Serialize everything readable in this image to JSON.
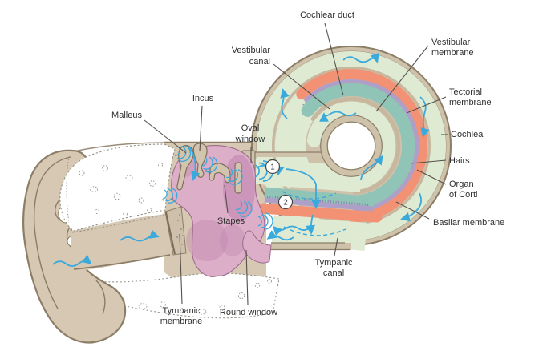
{
  "figure": {
    "description": "Cross-section of the human ear with an uncoiled cochlea spiral showing sound wave transmission",
    "step_markers": {
      "step_1": "1",
      "step_2": "2"
    }
  },
  "labels": {
    "cochlear_duct": {
      "line1": "Cochlear duct"
    },
    "vestibular_canal": {
      "line1": "Vestibular",
      "line2": "canal"
    },
    "vestibular_membrane": {
      "line1": "Vestibular",
      "line2": "membrane"
    },
    "tectorial_membrane": {
      "line1": "Tectorial",
      "line2": "membrane"
    },
    "cochlea": {
      "line1": "Cochlea"
    },
    "hairs": {
      "line1": "Hairs"
    },
    "organ_of_corti": {
      "line1": "Organ",
      "line2": "of Corti"
    },
    "basilar_membrane": {
      "line1": "Basilar membrane"
    },
    "tympanic_canal": {
      "line1": "Tympanic",
      "line2": "canal"
    },
    "round_window": {
      "line1": "Round window"
    },
    "tympanic_membrane": {
      "line1": "Tympanic",
      "line2": "membrane"
    },
    "stapes": {
      "line1": "Stapes"
    },
    "oval_window": {
      "line1": "Oval",
      "line2": "window"
    },
    "incus": {
      "line1": "Incus"
    },
    "malleus": {
      "line1": "Malleus"
    }
  },
  "colors": {
    "wall_tan": "#cfc2ab",
    "ear_tan": "#d7c8b3",
    "outline": "#8b7d66",
    "canal_green": "#dfead2",
    "duct_teal": "#8fc4b6",
    "organ_orange": "#f29173",
    "membrane_purple": "#ae9fc9",
    "hair_purple": "#8d7fae",
    "middle_ear_pink": "#dcaec8",
    "pink_dark": "#bd84ad",
    "pink_outline": "#9b6b8d",
    "wave_blue": "#3aa9dc",
    "stipple_gray": "#97948b",
    "leader_line": "#55504a",
    "divider_tan": "#c6b79e"
  }
}
